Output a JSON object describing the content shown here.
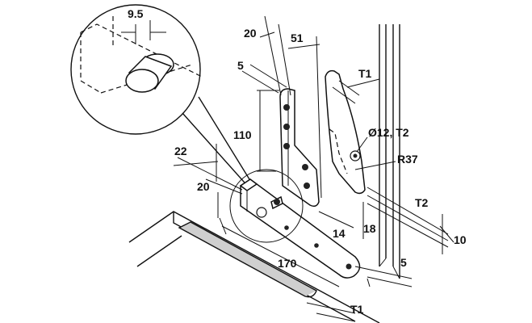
{
  "labels": {
    "dim_9_5": "9.5",
    "dim_20_top": "20",
    "dim_51": "51",
    "dim_5_top": "5",
    "dim_t1_top": "T1",
    "dim_110": "110",
    "dim_d12_t2": "Ø12, T2",
    "dim_r37": "R37",
    "dim_22": "22",
    "dim_20_side": "20",
    "dim_t2_right": "T2",
    "dim_14": "14",
    "dim_18": "18",
    "dim_10": "10",
    "dim_170": "170",
    "dim_5_bottom": "5",
    "dim_t1_bottom": "T1"
  }
}
